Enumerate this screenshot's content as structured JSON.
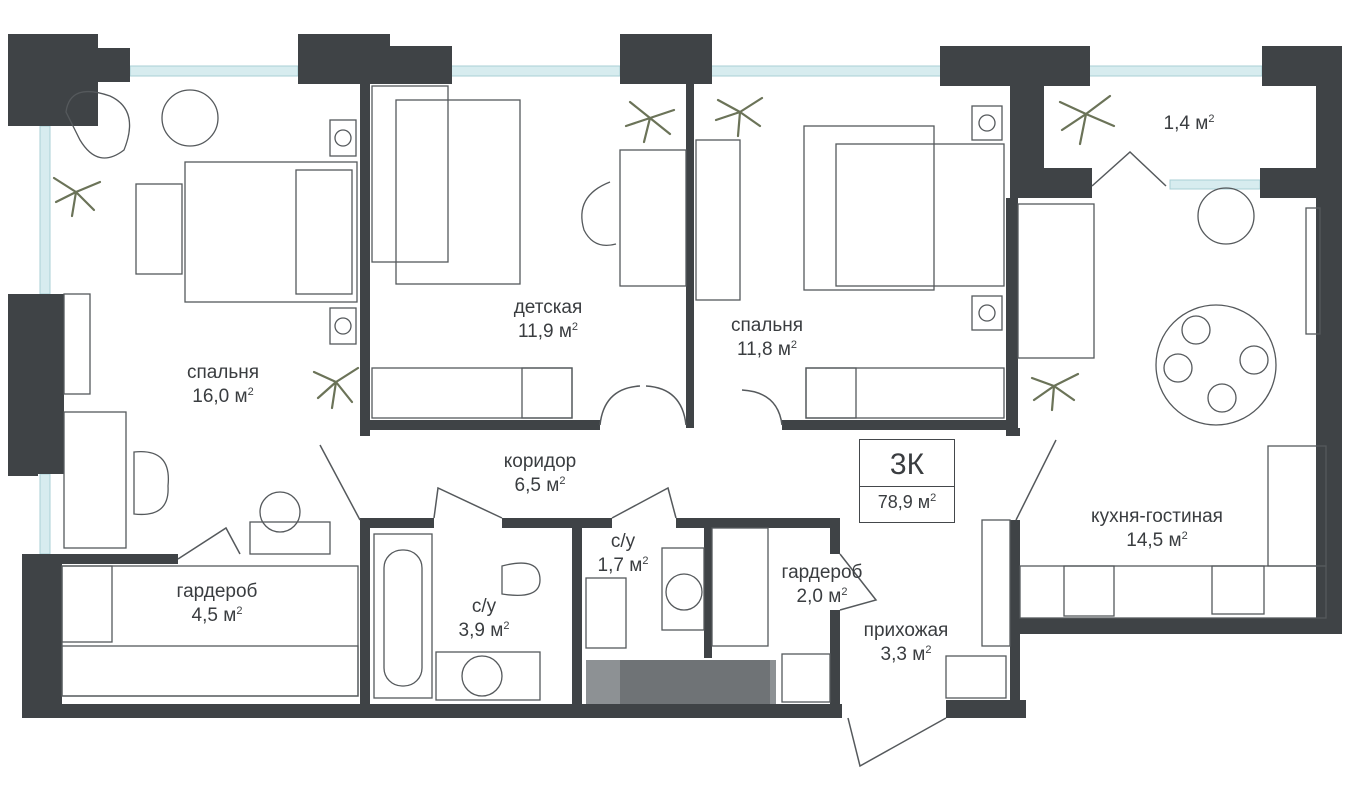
{
  "apartment": {
    "type": "3К",
    "total_area": "78,9",
    "unit": "м",
    "unit_power": "2"
  },
  "rooms": [
    {
      "name": "спальня",
      "area": "16,0"
    },
    {
      "name": "детская",
      "area": "11,9"
    },
    {
      "name": "спальня",
      "area": "11,8"
    },
    {
      "name": "",
      "area": "1,4"
    },
    {
      "name": "коридор",
      "area": "6,5"
    },
    {
      "name": "кухня-гостиная",
      "area": "14,5"
    },
    {
      "name": "гардероб",
      "area": "4,5"
    },
    {
      "name": "с/у",
      "area": "3,9"
    },
    {
      "name": "с/у",
      "area": "1,7"
    },
    {
      "name": "гардероб",
      "area": "2,0"
    },
    {
      "name": "прихожая",
      "area": "3,3"
    }
  ],
  "colors": {
    "wall": "#3f4346",
    "line": "#55595c",
    "window": "#d7ecef",
    "plant": "#6b7358",
    "bg": "#ffffff"
  }
}
